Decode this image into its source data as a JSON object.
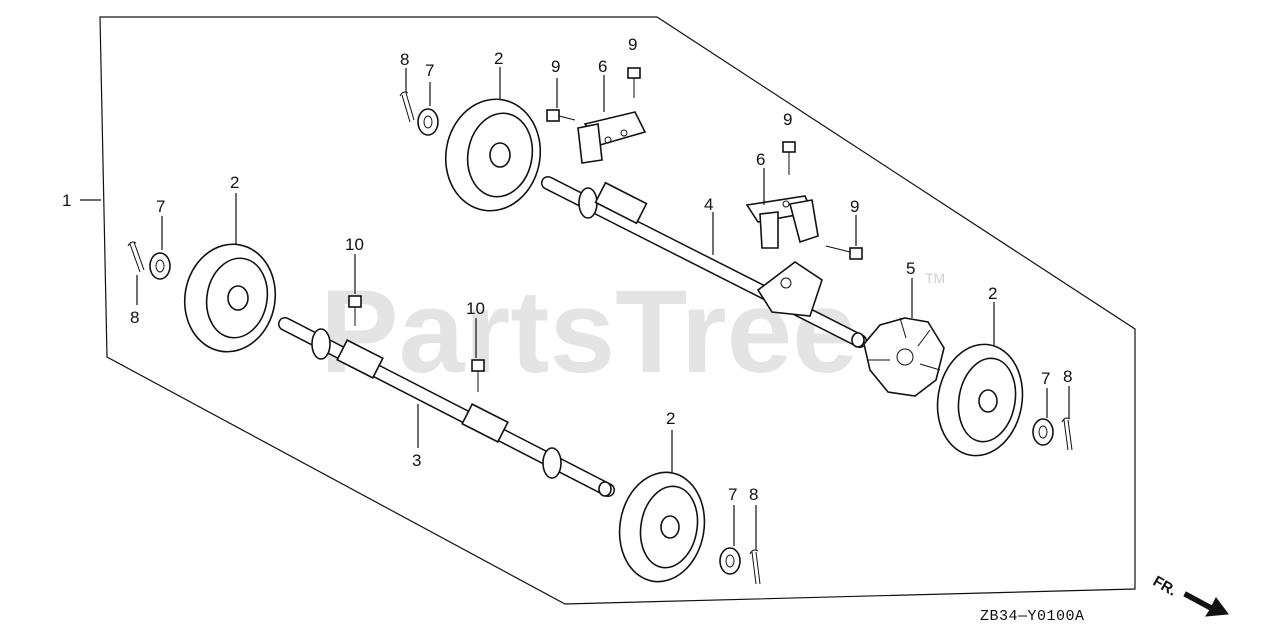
{
  "watermark": {
    "brand": "PartsTree",
    "trademark": "TM"
  },
  "diagram_code": "ZB34—Y0100A",
  "front_indicator": {
    "label": "FR.",
    "icon": "arrow-right-down-icon"
  },
  "callouts": {
    "assembly": "1",
    "wheel_top": "2",
    "wheel_left": "2",
    "wheel_right": "2",
    "wheel_bottom": "2",
    "rear_axle": "3",
    "front_axle": "4",
    "height_plate": "5",
    "bracket_upper": "6",
    "bracket_lower": "6",
    "washer_top": "7",
    "washer_left": "7",
    "washer_right": "7",
    "washer_bottom": "7",
    "pin_top": "8",
    "pin_left": "8",
    "pin_right": "8",
    "pin_bottom": "8",
    "bolt_9a": "9",
    "bolt_9b": "9",
    "bolt_9c": "9",
    "bolt_9d": "9",
    "bolt_10a": "10",
    "bolt_10b": "10"
  }
}
